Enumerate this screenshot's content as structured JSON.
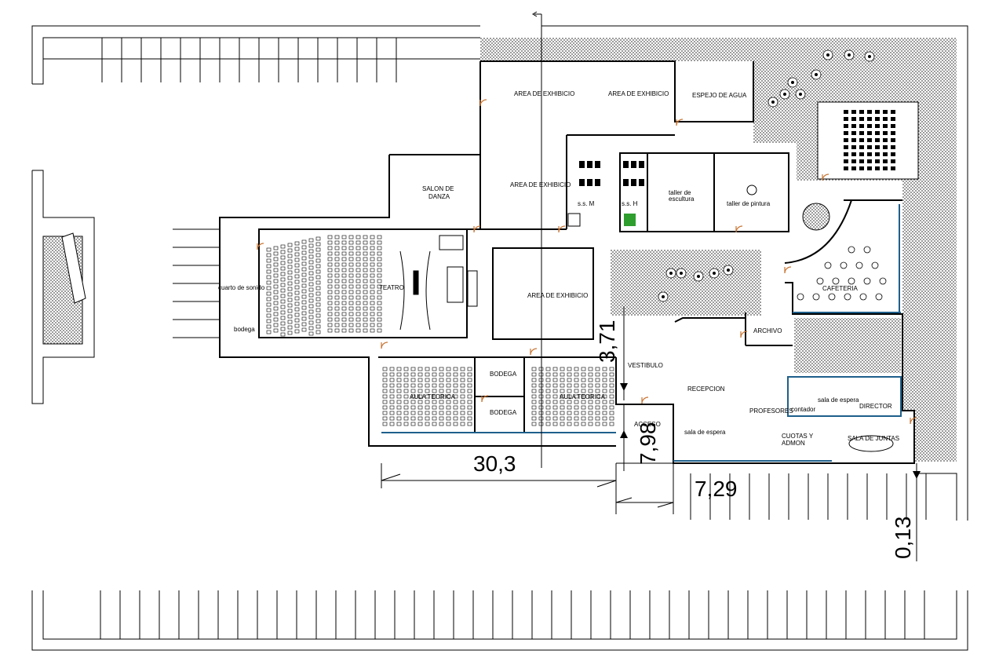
{
  "rooms": {
    "area_exhibicion_1": "AREA DE EXHIBICIO",
    "area_exhibicion_2": "AREA DE EXHIBICIO",
    "area_exhibicion_3": "AREA DE EXHIBICIO",
    "area_exhibicion_4": "AREA DE EXHIBICIO",
    "espejo_agua": "ESPEJO DE AGUA",
    "salon_danza_line1": "SALON DE",
    "salon_danza_line2": "DANZA",
    "ss_m": "s.s. M",
    "ss_h": "s.s. H",
    "taller_escultura_line1": "taller de",
    "taller_escultura_line2": "escultura",
    "taller_pintura": "taller de pintura",
    "cuarto_sonido": "cuarto de sonido",
    "bodega_small": "bodega",
    "teatro": "TEATRO",
    "cafeteria": "CAFETERIA",
    "archivo": "ARCHIVO",
    "vestibulo": "VESTIBULO",
    "recepcion": "RECEPCION",
    "profesores": "PROFESORES",
    "contador": "contador",
    "sala_espera_1": "sala de espera",
    "director": "DIRECTOR",
    "sala_juntas": "SALA DE JUNTAS",
    "cuotas_line1": "CUOTAS Y",
    "cuotas_line2": "ADMON",
    "sala_espera_2": "sala de espera",
    "acceso": "ACCESO",
    "bodega_1": "BODEGA",
    "bodega_2": "BODEGA",
    "aula_teorica_1": "AULA TEORICA",
    "aula_teorica_2": "AULA TEORICA"
  },
  "dimensions": {
    "d_30_3": "30,3",
    "d_3_71": "3,71",
    "d_7_98": "7,98",
    "d_7_29": "7,29",
    "d_0_13": "0,13"
  },
  "colors": {
    "line": "#000000",
    "hatch": "#555555",
    "accent_blue": "#1f5f8b",
    "door_orange": "#c87533",
    "plant_green": "#2e9e2e"
  }
}
